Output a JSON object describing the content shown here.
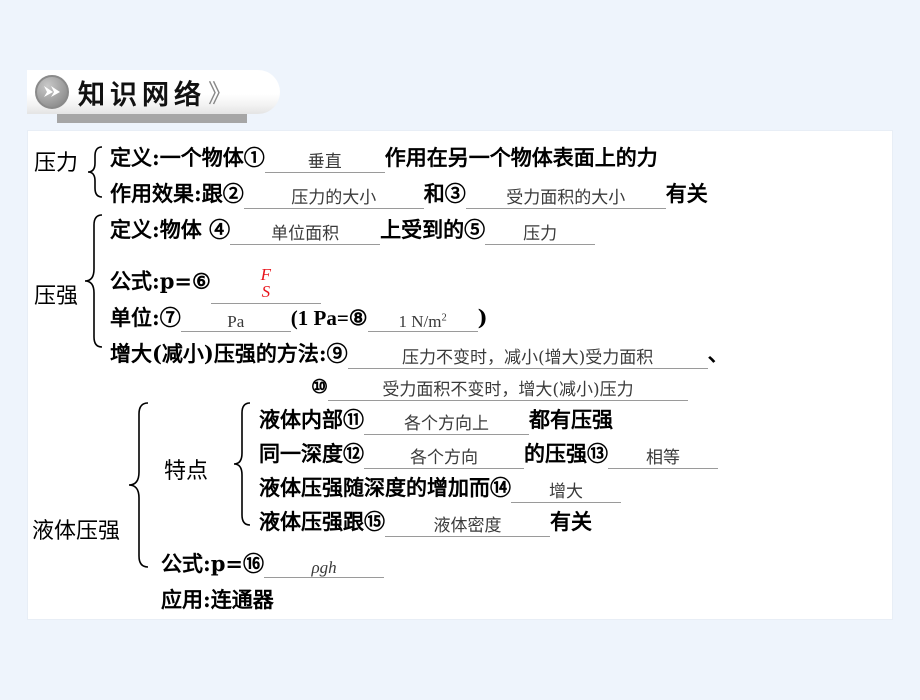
{
  "page": {
    "background_color": "#eef4fc",
    "content_background": "#ffffff",
    "accent_red": "#e8141c"
  },
  "banner": {
    "title": "知识网络",
    "chevron": "》",
    "icon_name": "circle-double-chevron-icon"
  },
  "diagram": {
    "branches": [
      {
        "label": "压力",
        "items": [
          {
            "prefix": "定义:一个物体①",
            "answer": "垂直",
            "suffix": "作用在另一个物体表面上的力"
          },
          {
            "prefix": "作用效果:跟②",
            "answer": "压力的大小",
            "mid": "和③",
            "answer2": "受力面积的大小",
            "suffix": "有关"
          }
        ]
      },
      {
        "label": "压强",
        "items": [
          {
            "prefix": "定义:物体 ④",
            "answer": "单位面积",
            "mid": "上受到的⑤",
            "answer2": "压力"
          },
          {
            "prefix": "公式:p=⑥",
            "answer_numerator": "F",
            "answer_denominator": "S"
          },
          {
            "prefix": "单位:⑦",
            "answer": "Pa",
            "mid": "(1 Pa=⑧",
            "answer2": "1 N/m2",
            "suffix": ")"
          },
          {
            "prefix": "增大(减小)压强的方法:⑨",
            "answer": "压力不变时，减小(增大)受力面积",
            "suffix": "、"
          },
          {
            "prefix": "⑩",
            "answer": "受力面积不变时，增大(减小)压力"
          }
        ]
      },
      {
        "label": "液体压强",
        "sub_label": "特点",
        "items": [
          {
            "prefix": "液体内部⑪",
            "answer": "各个方向上",
            "suffix": "都有压强"
          },
          {
            "prefix": "同一深度⑫",
            "answer": "各个方向",
            "mid": "的压强⑬",
            "answer2": "相等"
          },
          {
            "prefix": "液体压强随深度的增加而⑭",
            "answer": "增大"
          },
          {
            "prefix": "液体压强跟⑮",
            "answer": "液体密度",
            "suffix": "有关"
          },
          {
            "prefix": "公式:p=⑯",
            "answer": "ρgh"
          },
          {
            "prefix": "应用:连通器"
          }
        ]
      }
    ]
  }
}
